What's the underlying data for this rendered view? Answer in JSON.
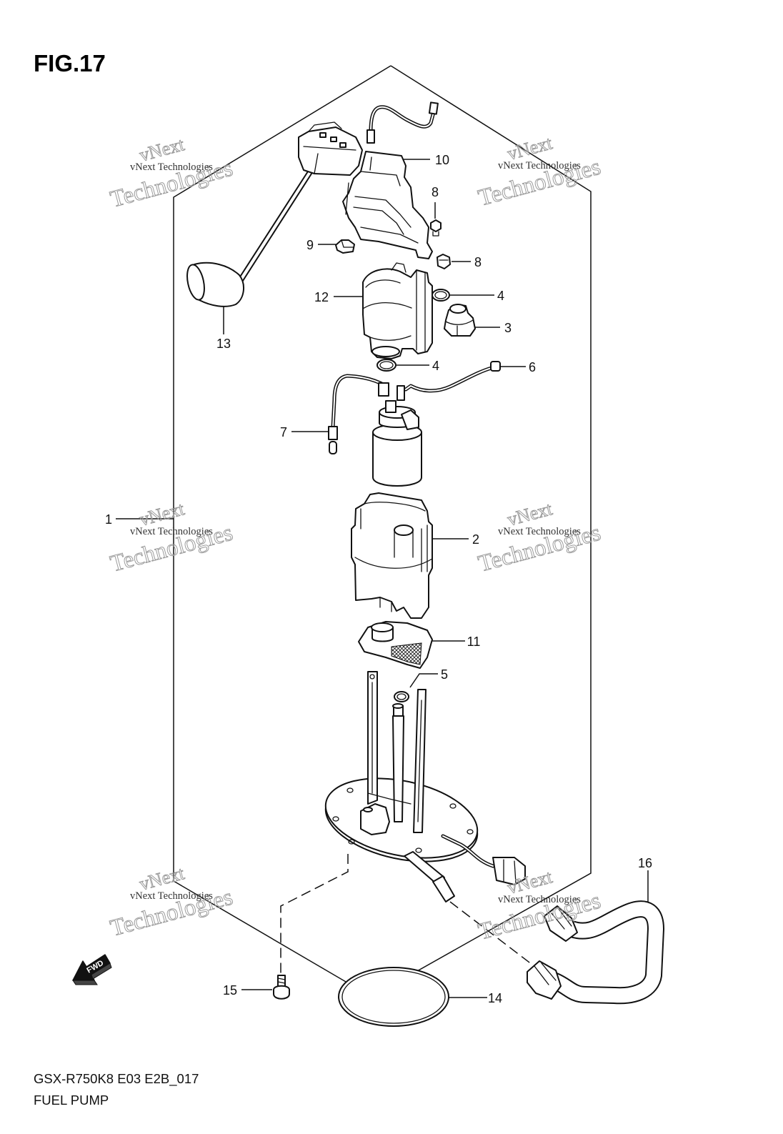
{
  "figure": {
    "label": "FIG.17"
  },
  "callouts": [
    "10",
    "8",
    "8",
    "9",
    "4",
    "12",
    "3",
    "13",
    "4",
    "6",
    "7",
    "1",
    "2",
    "11",
    "5",
    "16",
    "15",
    "14"
  ],
  "fwd_arrow": {
    "label": "FWD"
  },
  "footer": {
    "model_code": "GSX-R750K8 E03 E2B_017",
    "title": "FUEL PUMP"
  },
  "watermark": {
    "brand": "vNext",
    "company_line": "vNext Technologies",
    "word": "Technologies"
  },
  "icons": {
    "fwd_arrow": "arrow-down-left-icon"
  },
  "colors": {
    "line": "#111111",
    "background": "#ffffff",
    "watermark": "#9c9c9c"
  }
}
